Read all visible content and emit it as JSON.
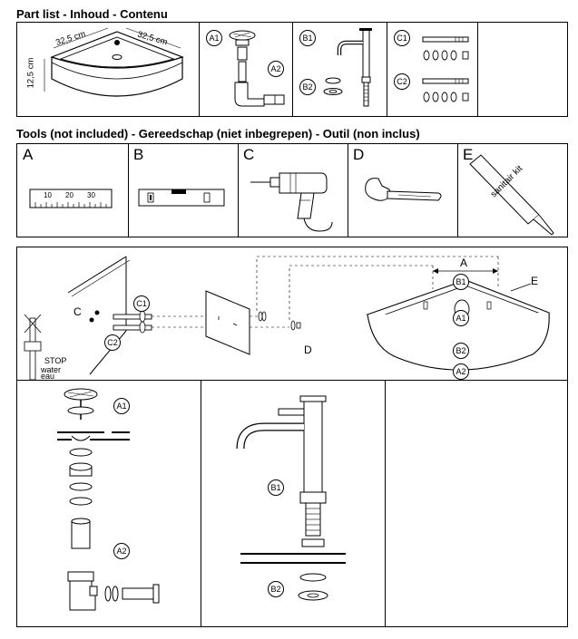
{
  "headings": {
    "parts": "Part list - Inhoud - Contenu",
    "tools": "Tools (not included) - Gereedschap (niet inbegrepen) -  Outil (non inclus)"
  },
  "parts": {
    "basin_dim_width_left": "32,5 cm",
    "basin_dim_width_right": "32,5 cm",
    "basin_dim_height": "12,5 cm",
    "labels": [
      "A1",
      "A2",
      "B1",
      "B2",
      "C1",
      "C2"
    ]
  },
  "tools": {
    "letters": [
      "A",
      "B",
      "C",
      "D",
      "E"
    ],
    "ruler_ticks": [
      "10",
      "20",
      "30"
    ],
    "sealant_label": "sanitair kit"
  },
  "install": {
    "stop_text": "STOP",
    "water_text": "water",
    "eau_text": "eau",
    "labels": [
      "C",
      "C1",
      "C2",
      "D",
      "A",
      "E",
      "B1",
      "A1",
      "B2",
      "A2"
    ]
  },
  "details": {
    "labels": [
      "A1",
      "A2",
      "B1",
      "B2"
    ]
  }
}
